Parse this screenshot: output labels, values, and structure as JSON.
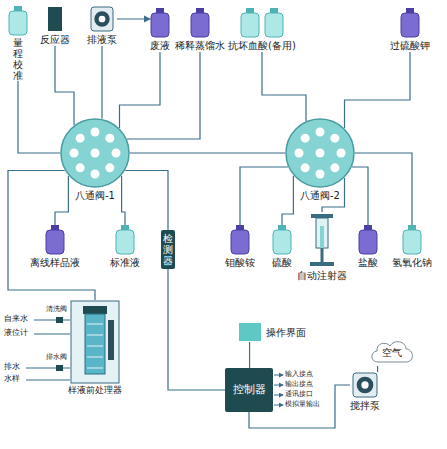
{
  "diagram": {
    "nodes": [
      {
        "text": [
          "量程校准"
        ]
      },
      {
        "text": [
          "反应器"
        ]
      },
      {
        "text": [
          "排液泵"
        ]
      },
      {
        "text": [
          "废液"
        ]
      },
      {
        "text": [
          "稀释蒸馏水"
        ]
      },
      {
        "text": [
          "抗坏血酸(备用)"
        ]
      },
      {
        "text": [
          "过硫酸钾"
        ]
      },
      {
        "text": [
          "八通阀-1"
        ]
      },
      {
        "text": [
          "八通阀-2"
        ]
      },
      {
        "text": [
          "离线样品液"
        ]
      },
      {
        "text": [
          "标准液"
        ]
      },
      {
        "text": [
          "检测器"
        ]
      },
      {
        "text": [
          "钼酸铵"
        ]
      },
      {
        "text": [
          "硫酸"
        ]
      },
      {
        "text": [
          "自动注射器"
        ]
      },
      {
        "text": [
          "盐酸"
        ]
      },
      {
        "text": [
          "氢氧化钠"
        ]
      },
      {
        "text": [
          "样液前处理器"
        ]
      },
      {
        "text": [
          "操作界面"
        ]
      },
      {
        "text": [
          "控制器"
        ]
      },
      {
        "text": [
          "搅拌泵"
        ]
      },
      {
        "text": [
          "空气"
        ]
      }
    ],
    "edges": [
      {
        "from": 0,
        "to": 7,
        "arrow": "none"
      },
      {
        "from": 1,
        "to": 7,
        "arrow": "none"
      },
      {
        "from": 2,
        "to": 7,
        "arrow": "none"
      },
      {
        "from": 2,
        "to": 3,
        "arrow": "to"
      },
      {
        "from": 3,
        "to": 7,
        "arrow": "none"
      },
      {
        "from": 4,
        "to": 7,
        "arrow": "none"
      },
      {
        "from": 5,
        "to": 8,
        "arrow": "none"
      },
      {
        "from": 6,
        "to": 8,
        "arrow": "none"
      },
      {
        "from": 7,
        "to": 8,
        "arrow": "none"
      },
      {
        "from": 9,
        "to": 7,
        "arrow": "none"
      },
      {
        "from": 10,
        "to": 7,
        "arrow": "none"
      },
      {
        "from": 11,
        "to": 7,
        "arrow": "none"
      },
      {
        "from": 12,
        "to": 8,
        "arrow": "none"
      },
      {
        "from": 13,
        "to": 8,
        "arrow": "none"
      },
      {
        "from": 14,
        "to": 8,
        "arrow": "none"
      },
      {
        "from": 15,
        "to": 8,
        "arrow": "none"
      },
      {
        "from": 16,
        "to": 8,
        "arrow": "none"
      },
      {
        "from": 17,
        "to": 7,
        "arrow": "none"
      },
      {
        "from": 11,
        "to": 19,
        "arrow": "none"
      },
      {
        "from": 18,
        "to": 19,
        "arrow": "none"
      },
      {
        "from": 19,
        "to": 20,
        "arrow": "none"
      },
      {
        "from": 21,
        "to": 20,
        "arrow": "none"
      }
    ],
    "labels": [
      "自来水",
      "清洗阀",
      "液位计",
      "排水阀",
      "排水",
      "水样",
      "输入接点",
      "输出接点",
      "通讯接口",
      "模拟量输出"
    ]
  }
}
